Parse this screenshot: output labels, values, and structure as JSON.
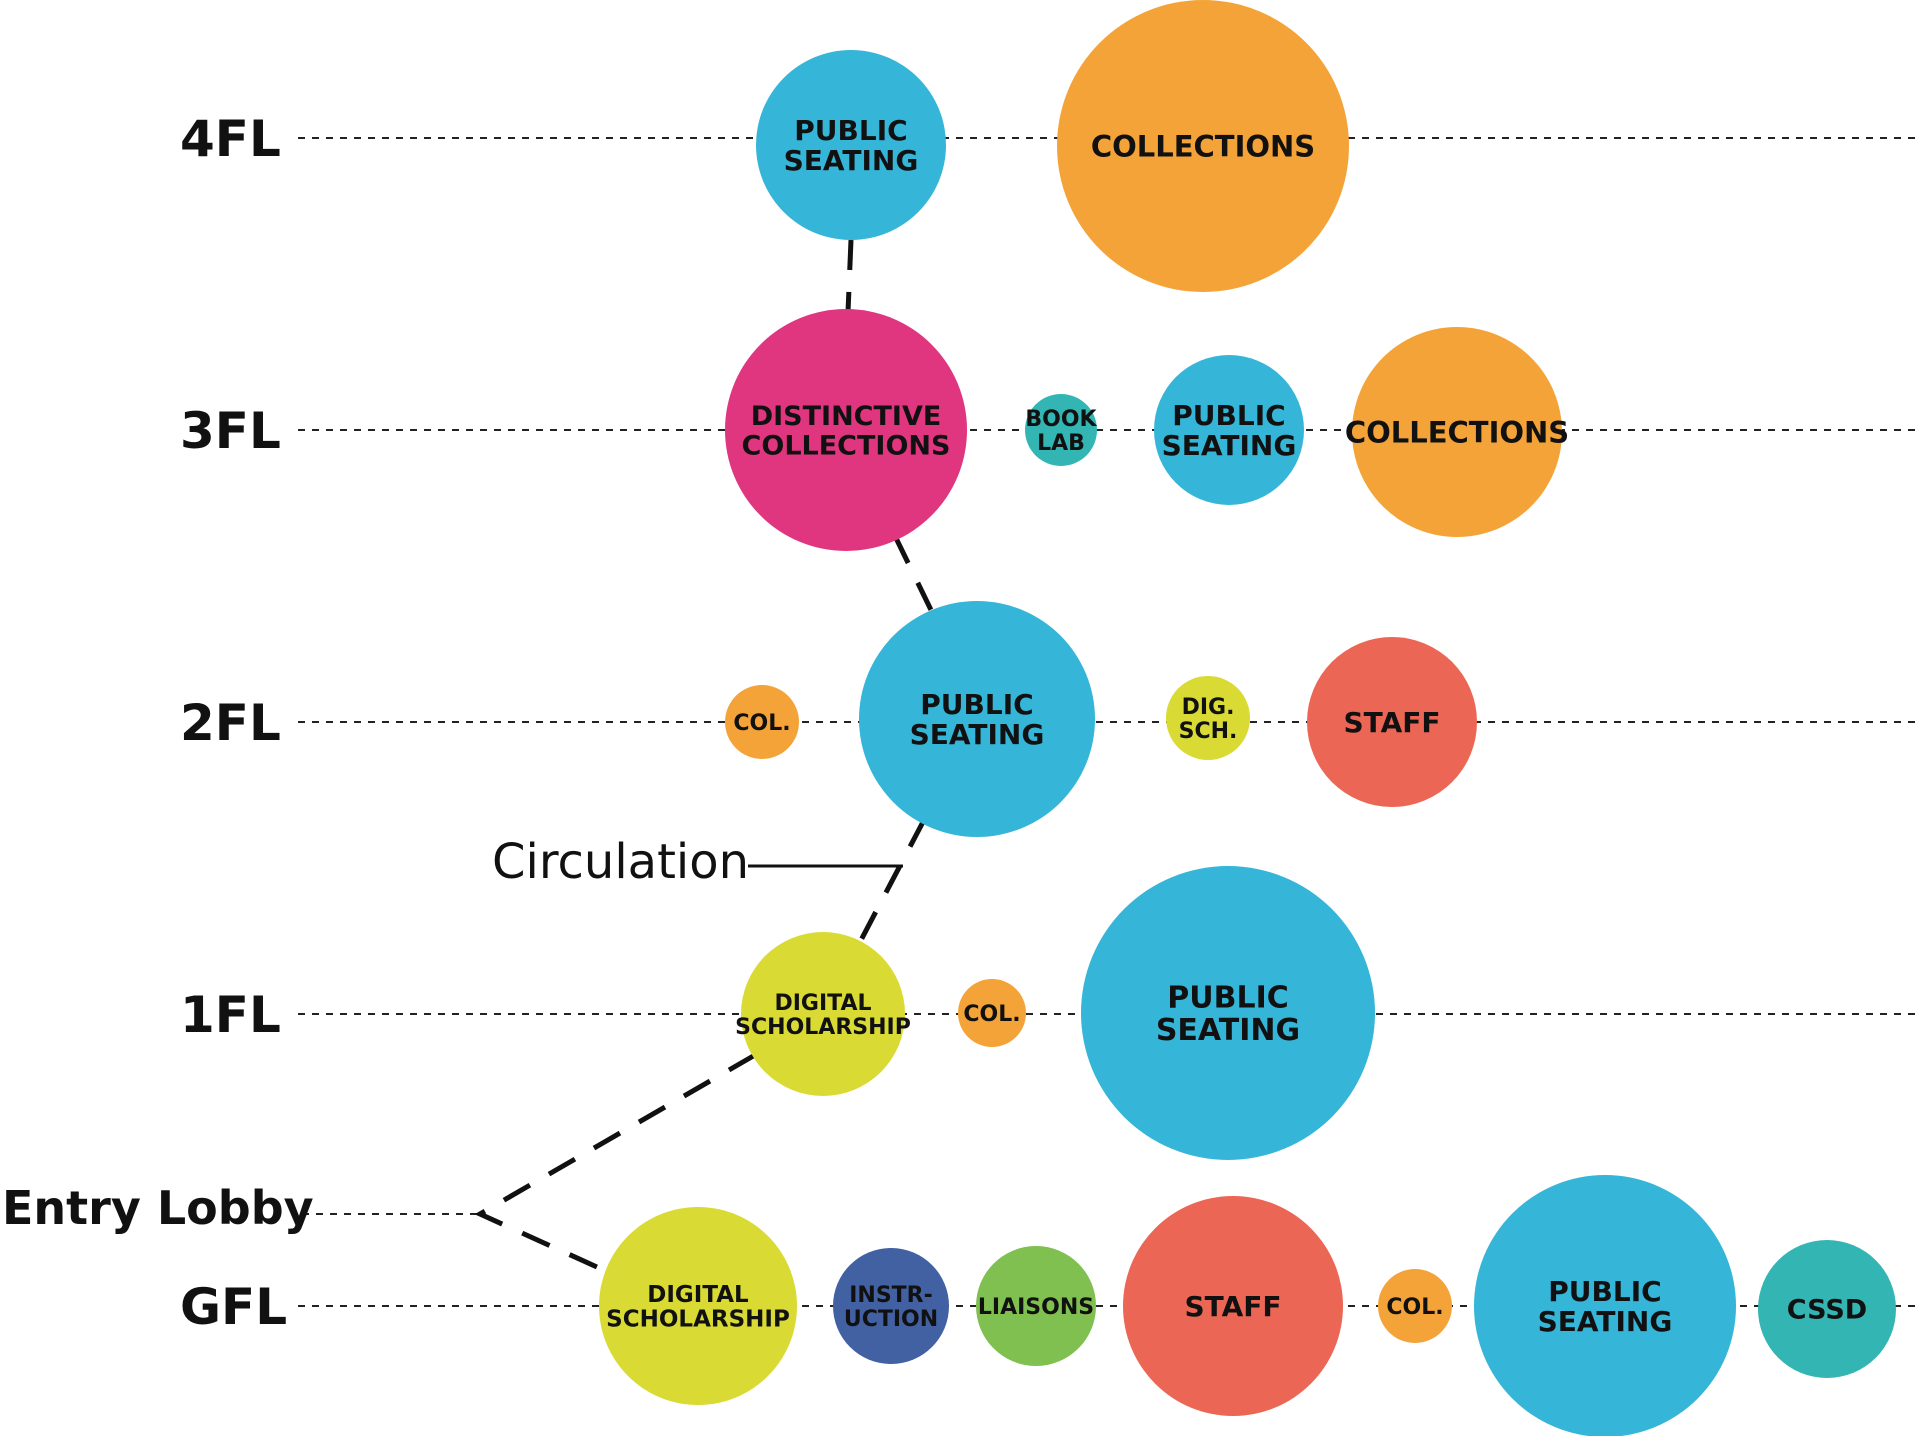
{
  "floors": [
    {
      "id": "4fl",
      "label": "4FL"
    },
    {
      "id": "3fl",
      "label": "3FL"
    },
    {
      "id": "2fl",
      "label": "2FL"
    },
    {
      "id": "1fl",
      "label": "1FL"
    },
    {
      "id": "gfl",
      "label": "GFL"
    }
  ],
  "entry_lobby": {
    "label": "Entry Lobby"
  },
  "circulation": {
    "label": "Circulation"
  },
  "colors": {
    "public_seating": "#35B5D7",
    "collections": "#F4A338",
    "distinctive_collections": "#E0357F",
    "book_lab": "#33B5B4",
    "staff": "#EB6654",
    "digital_scholarship": "#D9DB34",
    "instruction": "#4261A3",
    "liaisons": "#7FC050",
    "cssd": "#33B5B4"
  },
  "bubbles": [
    {
      "id": "4fl-public-seating",
      "lines": [
        "PUBLIC",
        "SEATING"
      ],
      "color": "public_seating"
    },
    {
      "id": "4fl-collections",
      "lines": [
        "COLLECTIONS"
      ],
      "color": "collections"
    },
    {
      "id": "3fl-distinctive-collections",
      "lines": [
        "DISTINCTIVE",
        "COLLECTIONS"
      ],
      "color": "distinctive_collections"
    },
    {
      "id": "3fl-book-lab",
      "lines": [
        "BOOK",
        "LAB"
      ],
      "color": "book_lab"
    },
    {
      "id": "3fl-public-seating",
      "lines": [
        "PUBLIC",
        "SEATING"
      ],
      "color": "public_seating"
    },
    {
      "id": "3fl-collections",
      "lines": [
        "COLLECTIONS"
      ],
      "color": "collections"
    },
    {
      "id": "2fl-col",
      "lines": [
        "COL."
      ],
      "color": "collections"
    },
    {
      "id": "2fl-public-seating",
      "lines": [
        "PUBLIC",
        "SEATING"
      ],
      "color": "public_seating"
    },
    {
      "id": "2fl-dig-sch",
      "lines": [
        "DIG.",
        "SCH."
      ],
      "color": "digital_scholarship"
    },
    {
      "id": "2fl-staff",
      "lines": [
        "STAFF"
      ],
      "color": "staff"
    },
    {
      "id": "1fl-digital-scholarship",
      "lines": [
        "DIGITAL",
        "SCHOLARSHIP"
      ],
      "color": "digital_scholarship"
    },
    {
      "id": "1fl-col",
      "lines": [
        "COL."
      ],
      "color": "collections"
    },
    {
      "id": "1fl-public-seating",
      "lines": [
        "PUBLIC",
        "SEATING"
      ],
      "color": "public_seating"
    },
    {
      "id": "gfl-digital-scholarship",
      "lines": [
        "DIGITAL",
        "SCHOLARSHIP"
      ],
      "color": "digital_scholarship"
    },
    {
      "id": "gfl-instruction",
      "lines": [
        "INSTR-",
        "UCTION"
      ],
      "color": "instruction"
    },
    {
      "id": "gfl-liaisons",
      "lines": [
        "LIAISONS"
      ],
      "color": "liaisons"
    },
    {
      "id": "gfl-staff",
      "lines": [
        "STAFF"
      ],
      "color": "staff"
    },
    {
      "id": "gfl-col",
      "lines": [
        "COL."
      ],
      "color": "collections"
    },
    {
      "id": "gfl-public-seating",
      "lines": [
        "PUBLIC",
        "SEATING"
      ],
      "color": "public_seating"
    },
    {
      "id": "gfl-cssd",
      "lines": [
        "CSSD"
      ],
      "color": "cssd"
    }
  ]
}
